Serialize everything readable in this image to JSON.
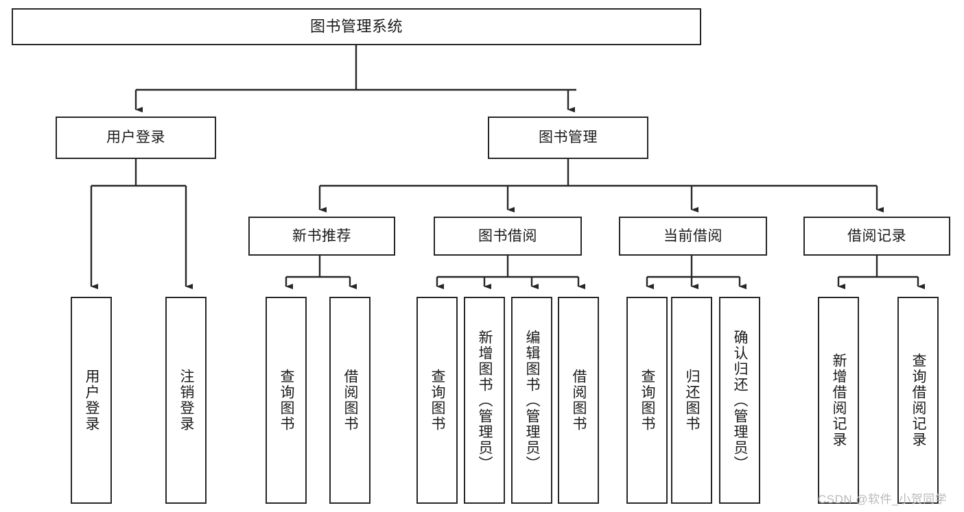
{
  "diagram": {
    "type": "tree-hierarchy",
    "title": "图书管理系统",
    "watermark": "CSDN @软件_小贺同学",
    "colors": {
      "background": "#ffffff",
      "stroke": "#262626",
      "text": "#1a1a1a",
      "watermark": "#b9b9b9"
    },
    "nodes": {
      "root": {
        "label": "图书管理系统",
        "level": 1,
        "orientation": "horizontal"
      },
      "level2": [
        {
          "id": "user-login",
          "label": "用户登录",
          "orientation": "horizontal"
        },
        {
          "id": "book-manage",
          "label": "图书管理",
          "orientation": "horizontal"
        }
      ],
      "level3": [
        {
          "id": "new-book-recommend",
          "label": "新书推荐",
          "orientation": "horizontal"
        },
        {
          "id": "book-borrow",
          "label": "图书借阅",
          "orientation": "horizontal"
        },
        {
          "id": "current-borrow",
          "label": "当前借阅",
          "orientation": "horizontal"
        },
        {
          "id": "borrow-record",
          "label": "借阅记录",
          "orientation": "horizontal"
        }
      ],
      "leaves": [
        {
          "id": "leaf-user-login",
          "label": "用户登录",
          "parent": "user-login",
          "orientation": "vertical"
        },
        {
          "id": "leaf-logout-login",
          "label": "注销登录",
          "parent": "user-login",
          "orientation": "vertical"
        },
        {
          "id": "leaf-query-book-1",
          "label": "查询图书",
          "parent": "new-book-recommend",
          "orientation": "vertical"
        },
        {
          "id": "leaf-borrow-book-1",
          "label": "借阅图书",
          "parent": "new-book-recommend",
          "orientation": "vertical"
        },
        {
          "id": "leaf-query-book-2",
          "label": "查询图书",
          "parent": "book-borrow",
          "orientation": "vertical"
        },
        {
          "id": "leaf-add-book",
          "label": "新增图书（管理员）",
          "parent": "book-borrow",
          "orientation": "vertical"
        },
        {
          "id": "leaf-edit-book",
          "label": "编辑图书（管理员）",
          "parent": "book-borrow",
          "orientation": "vertical"
        },
        {
          "id": "leaf-borrow-book-2",
          "label": "借阅图书",
          "parent": "book-borrow",
          "orientation": "vertical"
        },
        {
          "id": "leaf-query-book-3",
          "label": "查询图书",
          "parent": "current-borrow",
          "orientation": "vertical"
        },
        {
          "id": "leaf-return-book",
          "label": "归还图书",
          "parent": "current-borrow",
          "orientation": "vertical"
        },
        {
          "id": "leaf-confirm-return",
          "label": "确认归还（管理员）",
          "parent": "current-borrow",
          "orientation": "vertical"
        },
        {
          "id": "leaf-add-record",
          "label": "新增借阅记录",
          "parent": "borrow-record",
          "orientation": "vertical"
        },
        {
          "id": "leaf-query-record",
          "label": "查询借阅记录",
          "parent": "borrow-record",
          "orientation": "vertical"
        }
      ]
    }
  }
}
